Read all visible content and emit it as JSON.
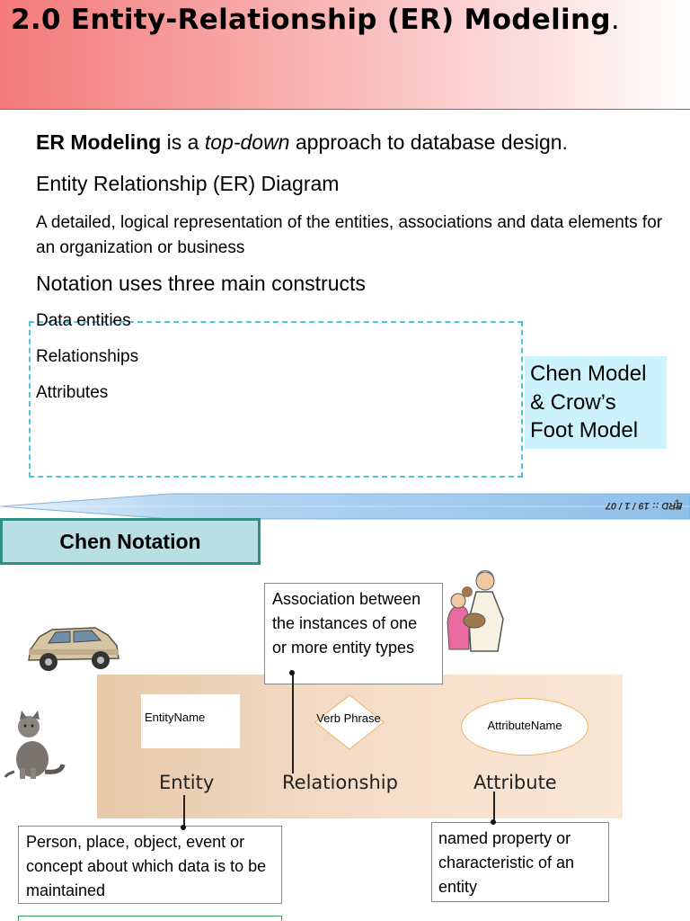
{
  "slide1": {
    "title": "2.0 Entity-Relationship (ER) Modeling",
    "title_dot": ".",
    "line1": {
      "bold": "ER Modeling",
      "text1": " is a ",
      "italic": "top-down",
      "text2": " approach to database design."
    },
    "line2": "Entity Relationship (ER) Diagram",
    "line3": "A detailed, logical representation of the entities, associations and data elements for an organization or business",
    "line4": "Notation uses three main constructs",
    "constructs": [
      "Data entities",
      "Relationships",
      "Attributes"
    ],
    "callout": [
      "Chen Model",
      "& Crow’s",
      "Foot Model"
    ]
  },
  "footer": {
    "text": "ERD :: 19 / 1 / 07",
    "page_number": "1"
  },
  "slide2": {
    "heading": "Chen Notation",
    "association_text": "Association between the instances of one or more entity types",
    "entity_box_text": "EntityName",
    "relationship_shape_text": "Verb Phrase",
    "attribute_shape_text": "AttributeName",
    "labels": {
      "entity": "Entity",
      "relationship": "Relationship",
      "attribute": "Attribute"
    },
    "entity_description": "Person, place, object, event or concept about which data is to be maintained",
    "attribute_description": "named property or characteristic of an entity"
  },
  "colors": {
    "title_gradient_start": "#f47a7a",
    "dashed_border": "#4cc6de",
    "callout_bg": "#ccf2fb",
    "chen_label_bg": "#b8dfe3",
    "chen_label_border": "#2f8f83",
    "panel_tan": "#e8c8a8",
    "attribute_border": "#f2b25b"
  },
  "icons": [
    "car-clipart-icon",
    "cat-clipart-icon",
    "vet-with-dog-clipart-icon"
  ]
}
